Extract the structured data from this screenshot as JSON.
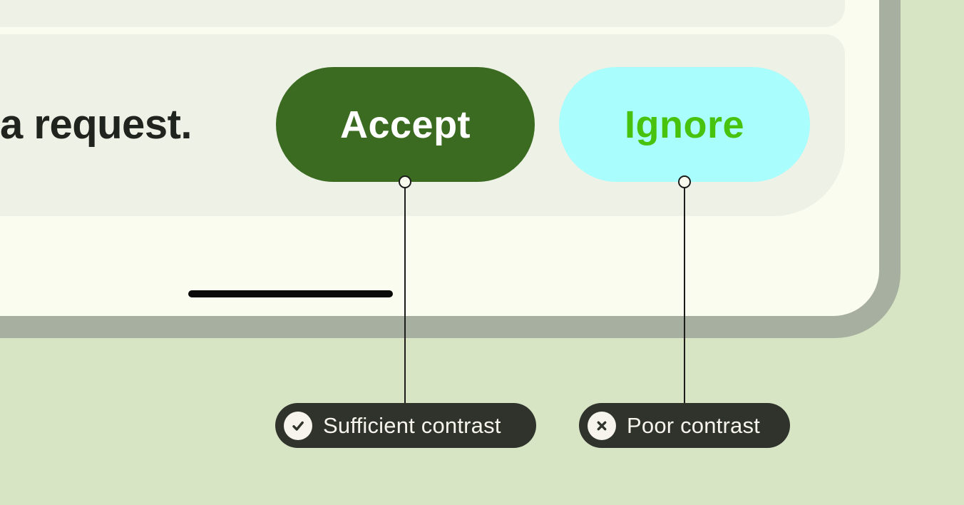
{
  "colors": {
    "background": "#d8e5c5",
    "device_frame": "#a7b0a0",
    "device_screen": "#fbfcf0",
    "panel": "#edf1e6",
    "accept_bg": "#3a6b20",
    "accept_text": "#ffffff",
    "ignore_bg": "#a9fdfd",
    "ignore_text": "#47c30e",
    "message_text": "#20241f",
    "annotation_bg": "#2f332c",
    "annotation_text": "#f6f4ec",
    "home_indicator": "#0a0a0a",
    "connector": "#1c1c1c"
  },
  "notification_card": {
    "message_text": "a request.",
    "accept_label": "Accept",
    "ignore_label": "Ignore"
  },
  "annotations": {
    "sufficient": {
      "icon": "check-circle-icon",
      "label": "Sufficient contrast"
    },
    "poor": {
      "icon": "x-circle-icon",
      "label": "Poor contrast"
    }
  }
}
